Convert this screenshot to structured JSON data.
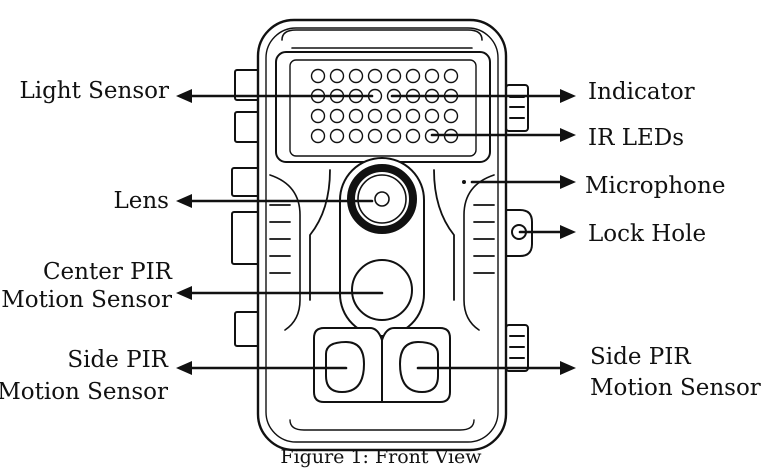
{
  "labels": {
    "light_sensor": "Light Sensor",
    "indicator": "Indicator",
    "ir_leds": "IR LEDs",
    "microphone": "Microphone",
    "lens": "Lens",
    "lock_hole": "Lock Hole",
    "center_pir_line1": "Center PIR",
    "center_pir_line2": "Motion Sensor",
    "side_pir_left_line1": "Side PIR",
    "side_pir_left_line2": "Motion Sensor",
    "side_pir_right_line1": "Side PIR",
    "side_pir_right_line2": "Motion Sensor"
  },
  "caption": "Figure 1: Front View",
  "colors": {
    "ink": "#111111",
    "paper": "#ffffff",
    "body": "#ffffff"
  }
}
